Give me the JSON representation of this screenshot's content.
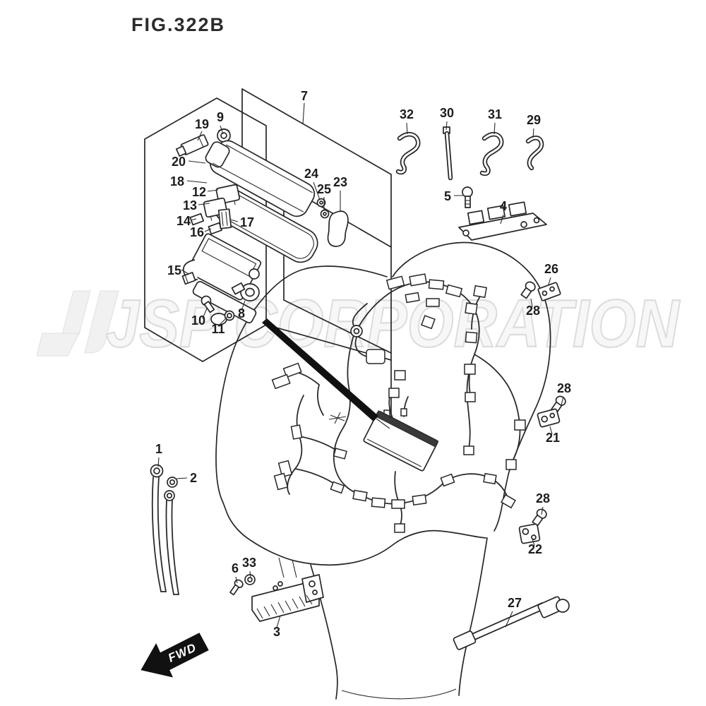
{
  "figure_title": "FIG.322B",
  "watermark": {
    "text": "JSP CORPORATION",
    "logo": "jsp-logo"
  },
  "fwd_label": "FWD",
  "colors": {
    "background": "#ffffff",
    "line_art": "#262626",
    "label_text": "#1c1c1c",
    "watermark_fill": "#f7f7f7",
    "watermark_stroke": "#dcdcdc",
    "solid_arrow": "#111111"
  },
  "callouts": [
    {
      "ref": "7"
    },
    {
      "ref": "19"
    },
    {
      "ref": "9"
    },
    {
      "ref": "20"
    },
    {
      "ref": "18"
    },
    {
      "ref": "12"
    },
    {
      "ref": "13"
    },
    {
      "ref": "14"
    },
    {
      "ref": "16"
    },
    {
      "ref": "17"
    },
    {
      "ref": "15"
    },
    {
      "ref": "10"
    },
    {
      "ref": "11"
    },
    {
      "ref": "8"
    },
    {
      "ref": "24"
    },
    {
      "ref": "25"
    },
    {
      "ref": "23"
    },
    {
      "ref": "32"
    },
    {
      "ref": "30"
    },
    {
      "ref": "31"
    },
    {
      "ref": "29"
    },
    {
      "ref": "5"
    },
    {
      "ref": "4"
    },
    {
      "ref": "26"
    },
    {
      "ref": "28"
    },
    {
      "ref": "28"
    },
    {
      "ref": "21"
    },
    {
      "ref": "28"
    },
    {
      "ref": "22"
    },
    {
      "ref": "27"
    },
    {
      "ref": "1"
    },
    {
      "ref": "2"
    },
    {
      "ref": "6"
    },
    {
      "ref": "33"
    },
    {
      "ref": "3"
    }
  ]
}
